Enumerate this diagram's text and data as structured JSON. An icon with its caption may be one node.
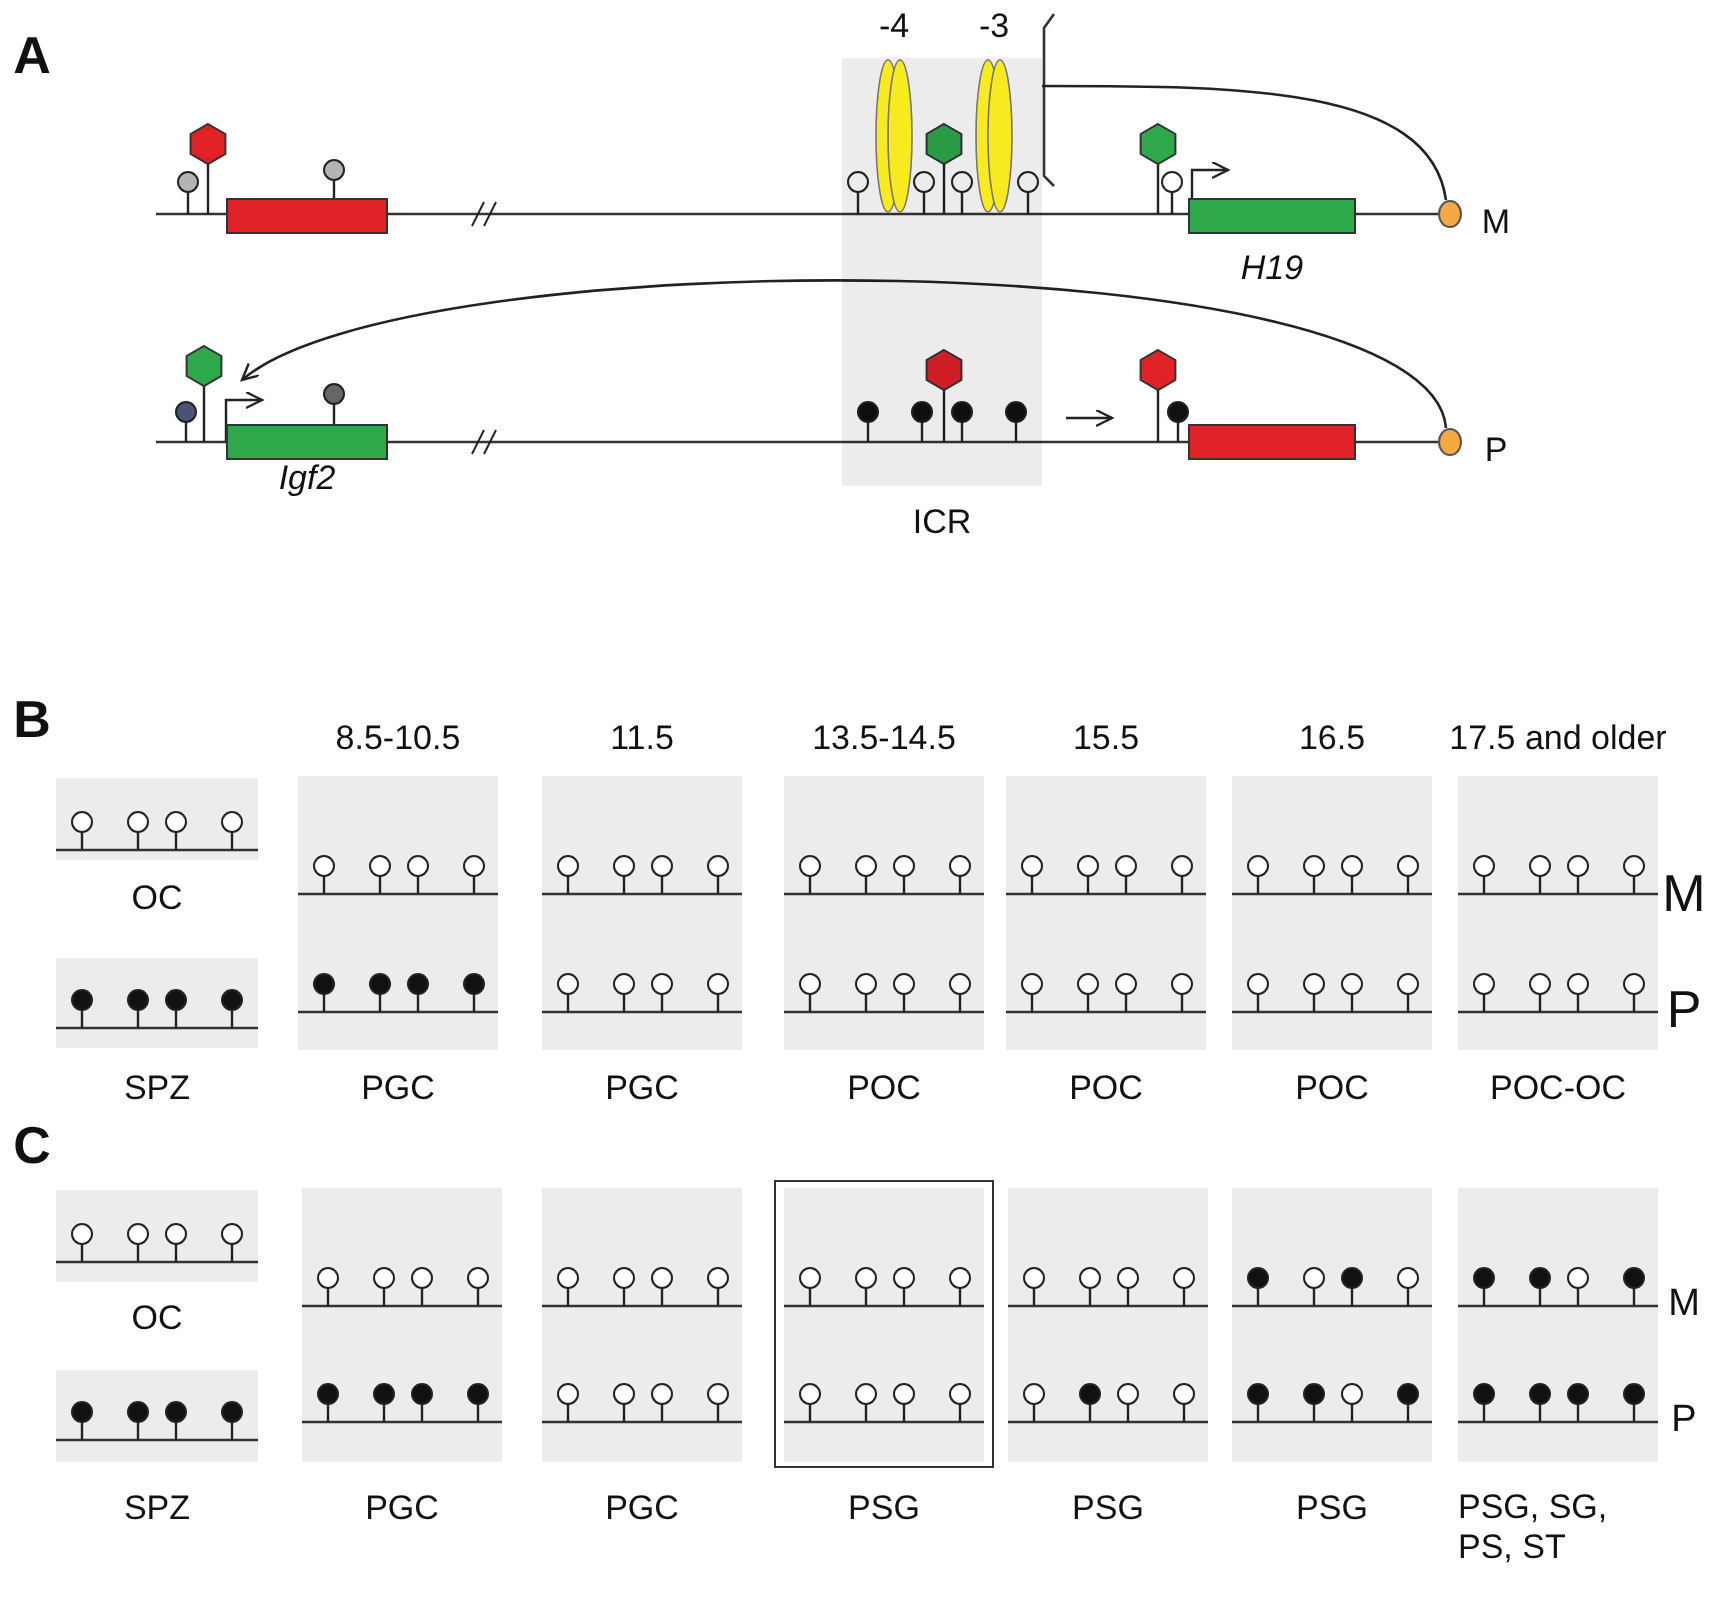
{
  "diagram": {
    "nodes": [
      {
        "text": [],
        "shape": "box"
      },
      {
        "text": [
          "ICR"
        ]
      },
      {
        "text": [
          "-4"
        ],
        "in": 1
      },
      {
        "text": [
          "-3"
        ],
        "in": 1
      },
      {
        "text": [
          "H19"
        ]
      },
      {
        "text": [],
        "shape": "circle"
      },
      {
        "text": [
          "Igf2"
        ]
      },
      {
        "text": [],
        "shape": "box"
      },
      {
        "text": [],
        "shape": "circle"
      },
      {
        "text": [
          "OC"
        ]
      },
      {
        "text": [
          "8.5-10.5",
          "PGC"
        ]
      },
      {
        "text": [
          "11.5",
          "PGC"
        ]
      },
      {
        "text": [
          "13.5-14.5",
          "POC"
        ]
      },
      {
        "text": [
          "15.5",
          "POC"
        ]
      },
      {
        "text": [
          "16.5",
          "POC"
        ]
      },
      {
        "text": [
          "17.5 and older",
          "POC-OC"
        ]
      },
      {
        "text": [
          "SPZ"
        ]
      },
      {
        "text": [
          "OC"
        ]
      },
      {
        "text": [
          "PGC"
        ]
      },
      {
        "text": [
          "PGC"
        ]
      },
      {
        "text": [
          "PSG"
        ]
      },
      {
        "text": [
          "PSG"
        ]
      },
      {
        "text": [
          "PSG"
        ]
      },
      {
        "text": [
          "PSG, SG, PS, ST"
        ]
      },
      {
        "text": [
          "SPZ"
        ]
      }
    ],
    "edges": [
      {
        "from": 5,
        "to": 1,
        "arrow": "none"
      },
      {
        "from": 8,
        "to": 6,
        "arrow": "to"
      }
    ],
    "labels": [
      "A",
      "M",
      "P",
      "B",
      "M",
      "P",
      "C",
      "M",
      "P"
    ]
  }
}
